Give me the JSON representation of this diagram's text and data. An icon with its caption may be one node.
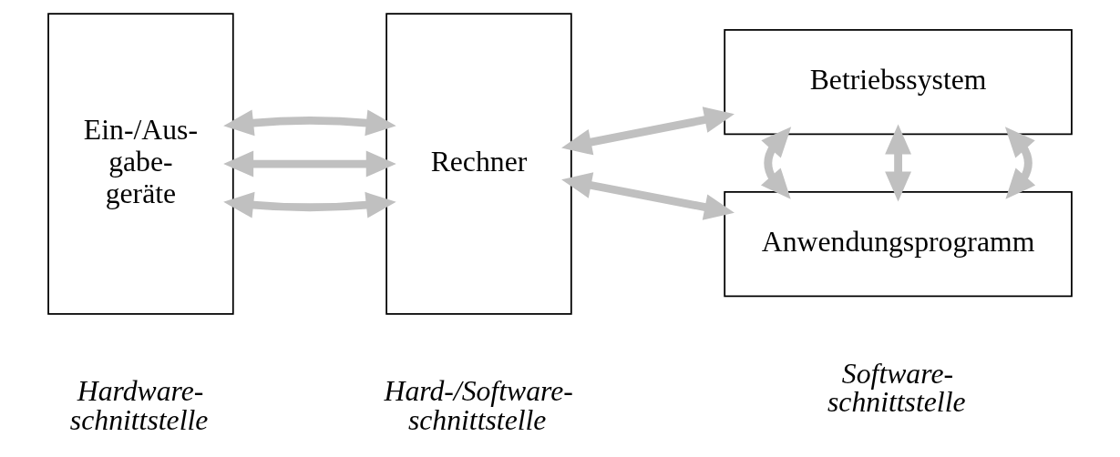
{
  "diagram": {
    "nodes": [
      {
        "text": [
          "Ein-/Aus- gabe- geräte"
        ]
      },
      {
        "text": [
          "Rechner"
        ]
      },
      {
        "text": [
          "Betriebssystem"
        ]
      },
      {
        "text": [
          "Anwendungsprogramm"
        ]
      }
    ],
    "edges": [
      {
        "from": 0,
        "to": 1,
        "arrow": "both"
      },
      {
        "from": 0,
        "to": 1,
        "arrow": "both"
      },
      {
        "from": 0,
        "to": 1,
        "arrow": "both"
      },
      {
        "from": 1,
        "to": 2,
        "arrow": "both"
      },
      {
        "from": 1,
        "to": 3,
        "arrow": "both"
      },
      {
        "from": 2,
        "to": 3,
        "arrow": "both"
      },
      {
        "from": 2,
        "to": 3,
        "arrow": "both"
      },
      {
        "from": 2,
        "to": 3,
        "arrow": "both"
      }
    ],
    "labels": [
      "Software- schnittstelle",
      "Hardware- schnittstelle",
      "Hard-/Software- schnittstelle"
    ]
  }
}
